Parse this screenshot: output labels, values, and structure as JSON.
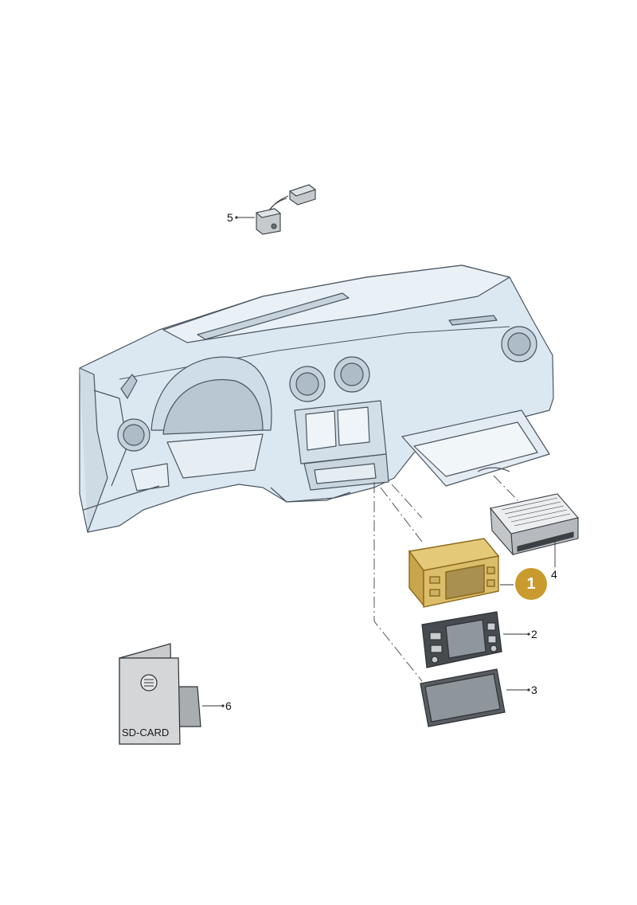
{
  "callouts": {
    "c1": "1",
    "c2": "2",
    "c3": "3",
    "c4": "4",
    "c5": "5",
    "c6": "6"
  },
  "sd_card_label": "SD-CARD",
  "colors": {
    "dashboard_fill": "#dbe8f1",
    "dashboard_stroke": "#4a5560",
    "highlight": "#c99a2e",
    "part_fill": "#d0d4d8",
    "screen": "#8a8f94"
  }
}
